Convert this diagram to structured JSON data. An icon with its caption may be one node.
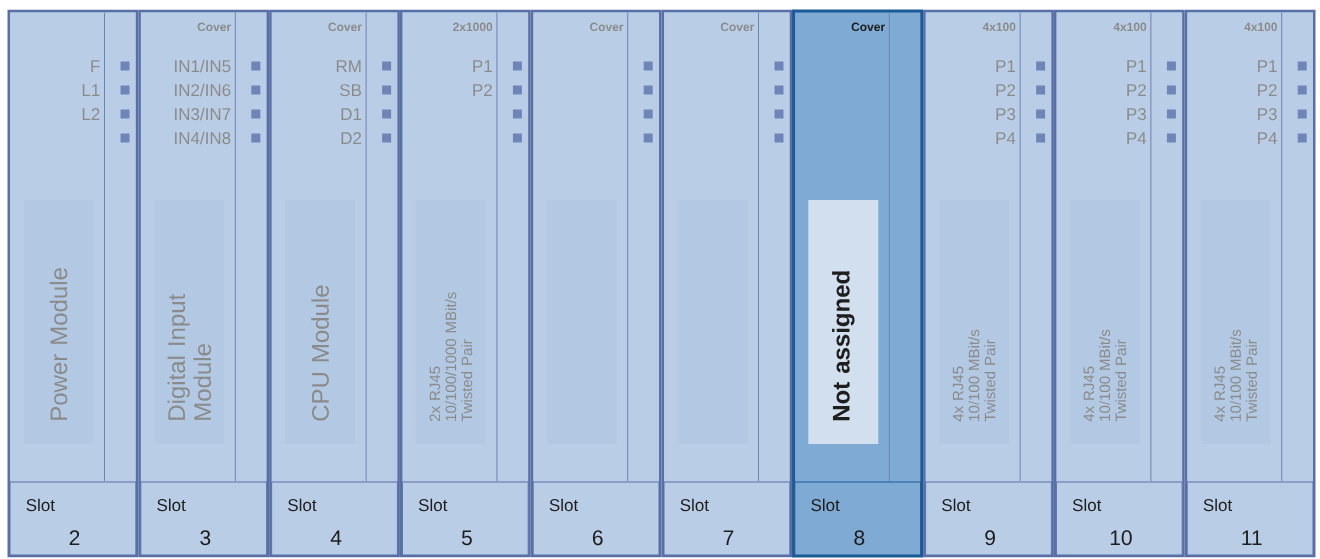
{
  "diagram": {
    "nodes": [
      {
        "text": [
          "F",
          "L1",
          "L2"
        ]
      },
      {
        "text": [
          "Power Module"
        ],
        "in": 0
      },
      {
        "text": [
          "Slot",
          "2"
        ],
        "in": 0
      },
      {
        "text": [
          "Cover",
          "IN1/IN5",
          "IN2/IN6",
          "IN3/IN7",
          "IN4/IN8"
        ]
      },
      {
        "text": [
          "Digital Input Module"
        ],
        "in": 3
      },
      {
        "text": [
          "Slot",
          "3"
        ],
        "in": 3
      },
      {
        "text": [
          "Cover",
          "RM",
          "SB",
          "D1",
          "D2"
        ]
      },
      {
        "text": [
          "CPU Module"
        ],
        "in": 6
      },
      {
        "text": [
          "Slot",
          "4"
        ],
        "in": 6
      },
      {
        "text": [
          "2x1000",
          "P1",
          "P2"
        ]
      },
      {
        "text": [
          "2x RJ45 10/100/1000 MBit/s Twisted Pair"
        ],
        "in": 9
      },
      {
        "text": [
          "Slot",
          "5"
        ],
        "in": 9
      },
      {
        "text": [
          "Cover"
        ]
      },
      {
        "text": [],
        "shape": "box",
        "in": 12
      },
      {
        "text": [
          "Slot",
          "6"
        ],
        "in": 12
      },
      {
        "text": [
          "Cover"
        ]
      },
      {
        "text": [],
        "shape": "box",
        "in": 15
      },
      {
        "text": [
          "Slot",
          "7"
        ],
        "in": 15
      },
      {
        "text": [
          "Cover"
        ]
      },
      {
        "text": [
          "Not assigned"
        ],
        "in": 18
      },
      {
        "text": [
          "Slot",
          "8"
        ],
        "in": 18
      },
      {
        "text": [
          "4x100",
          "P1",
          "P2",
          "P3",
          "P4"
        ]
      },
      {
        "text": [
          "4x RJ45 10/100 MBit/s Twisted Pair"
        ],
        "in": 21
      },
      {
        "text": [
          "Slot",
          "9"
        ],
        "in": 21
      },
      {
        "text": [
          "4x100",
          "P1",
          "P2",
          "P3",
          "P4"
        ]
      },
      {
        "text": [
          "4x RJ45 10/100 MBit/s Twisted Pair"
        ],
        "in": 24
      },
      {
        "text": [
          "Slot",
          "10"
        ],
        "in": 24
      },
      {
        "text": [
          "4x100",
          "P1",
          "P2",
          "P3",
          "P4"
        ]
      },
      {
        "text": [
          "4x RJ45 10/100 MBit/s Twisted Pair"
        ],
        "in": 27
      },
      {
        "text": [
          "Slot",
          "11"
        ],
        "in": 27
      }
    ],
    "edges": []
  }
}
